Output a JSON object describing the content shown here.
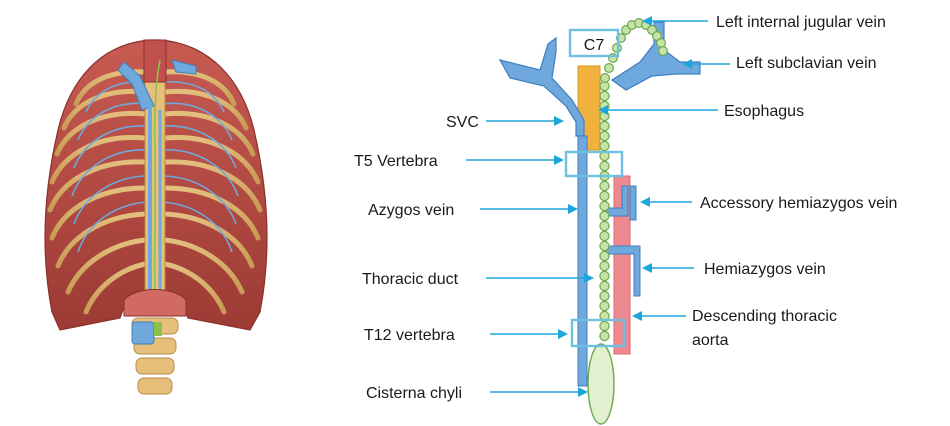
{
  "labels": {
    "c7": "C7",
    "left_internal_jugular_vein": "Left internal jugular vein",
    "left_subclavian_vein": "Left subclavian vein",
    "esophagus": "Esophagus",
    "svc": "SVC",
    "t5_vertebra": "T5 Vertebra",
    "azygos_vein": "Azygos vein",
    "accessory_hemiazygos_vein": "Accessory hemiazygos vein",
    "hemiazygos_vein": "Hemiazygos vein",
    "thoracic_duct": "Thoracic duct",
    "descending_thoracic_aorta_line1": "Descending thoracic",
    "descending_thoracic_aorta_line2": "aorta",
    "t12_vertebra": "T12 vertebra",
    "cisterna_chyli": "Cisterna chyli"
  },
  "colors": {
    "vein_blue": "#6fa8dc",
    "vein_outline": "#3f7fbf",
    "aorta_pink": "#ee8a8f",
    "esophagus_orange": "#f0b23c",
    "duct_green": "#c7e3a6",
    "duct_outline": "#6aa84f",
    "pointer_blue": "#1da6dc",
    "rib_muscle": "#c0504d",
    "rib_bone": "#e6c07b"
  }
}
